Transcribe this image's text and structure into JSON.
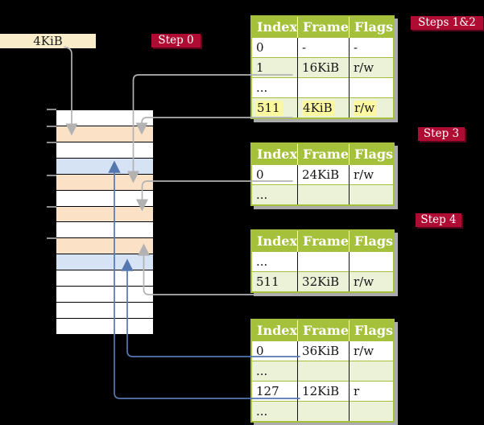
{
  "colors": {
    "crimson": "#AF0C33",
    "crimsonDark": "#56051A",
    "tableGreen": "#A5C13C",
    "rowGreen": "#ECF2D8",
    "peach": "#FBE2C6",
    "blueRow": "#D6E3F4",
    "wheat": "#F9ECC9",
    "hlYellow": "#FCF8A2",
    "lineGray": "#B2B2B2",
    "lineBlue": "#5577B0",
    "shadowGray": "#ABABAB"
  },
  "labels": {
    "base_box": "4KiB",
    "step0": "Step 0",
    "steps12": "Steps 1&2",
    "step3": "Step 3",
    "step4": "Step 4"
  },
  "columns": [
    "Index",
    "Frame",
    "Flags"
  ],
  "memory": {
    "rows": [
      "white",
      "peach",
      "white",
      "blue",
      "peach",
      "white",
      "peach",
      "white",
      "peach",
      "blue",
      "white",
      "white",
      "white",
      "white"
    ]
  },
  "tables": [
    {
      "name": "table-steps-1-2",
      "rows": [
        [
          "0",
          "-",
          "-"
        ],
        [
          "1",
          "16KiB",
          "r/w"
        ],
        [
          "...",
          "",
          ""
        ],
        [
          "511",
          "4KiB",
          "r/w"
        ]
      ],
      "highlighted_row": "511"
    },
    {
      "name": "table-step-3",
      "rows": [
        [
          "0",
          "24KiB",
          "r/w"
        ],
        [
          "...",
          "",
          ""
        ]
      ]
    },
    {
      "name": "table-step-4",
      "rows": [
        [
          "...",
          "",
          ""
        ],
        [
          "511",
          "32KiB",
          "r/w"
        ]
      ]
    },
    {
      "name": "table-final",
      "rows": [
        [
          "0",
          "36KiB",
          "r/w"
        ],
        [
          "...",
          "",
          ""
        ],
        [
          "127",
          "12KiB",
          "r"
        ],
        [
          "...",
          "",
          ""
        ]
      ]
    }
  ]
}
